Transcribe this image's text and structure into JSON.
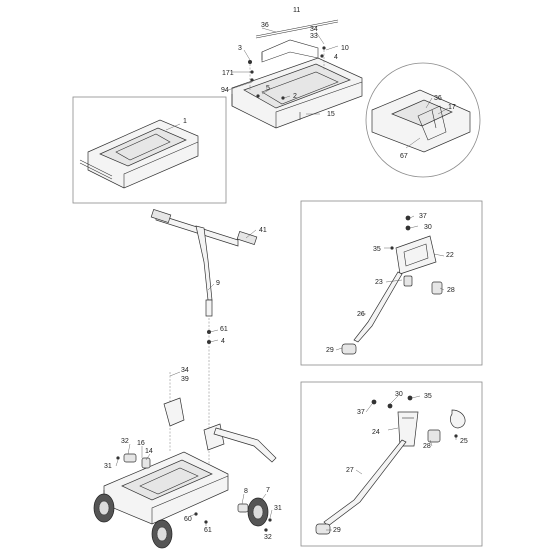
{
  "callouts": {
    "top_assembly": [
      "11",
      "36",
      "34",
      "33",
      "3",
      "10",
      "4",
      "171",
      "94",
      "5",
      "2",
      "1",
      "15"
    ],
    "detail_circle": [
      "36",
      "17",
      "67"
    ],
    "handle_mast": [
      "41",
      "9",
      "61",
      "4",
      "34",
      "39"
    ],
    "base_cart": [
      "32",
      "16",
      "14",
      "31",
      "8",
      "7",
      "31",
      "60",
      "61",
      "32"
    ],
    "upper_detail_box": [
      "37",
      "30",
      "35",
      "22",
      "23",
      "28",
      "26",
      "29"
    ],
    "lower_detail_box": [
      "30",
      "35",
      "37",
      "24",
      "25",
      "28",
      "27",
      "29"
    ]
  }
}
